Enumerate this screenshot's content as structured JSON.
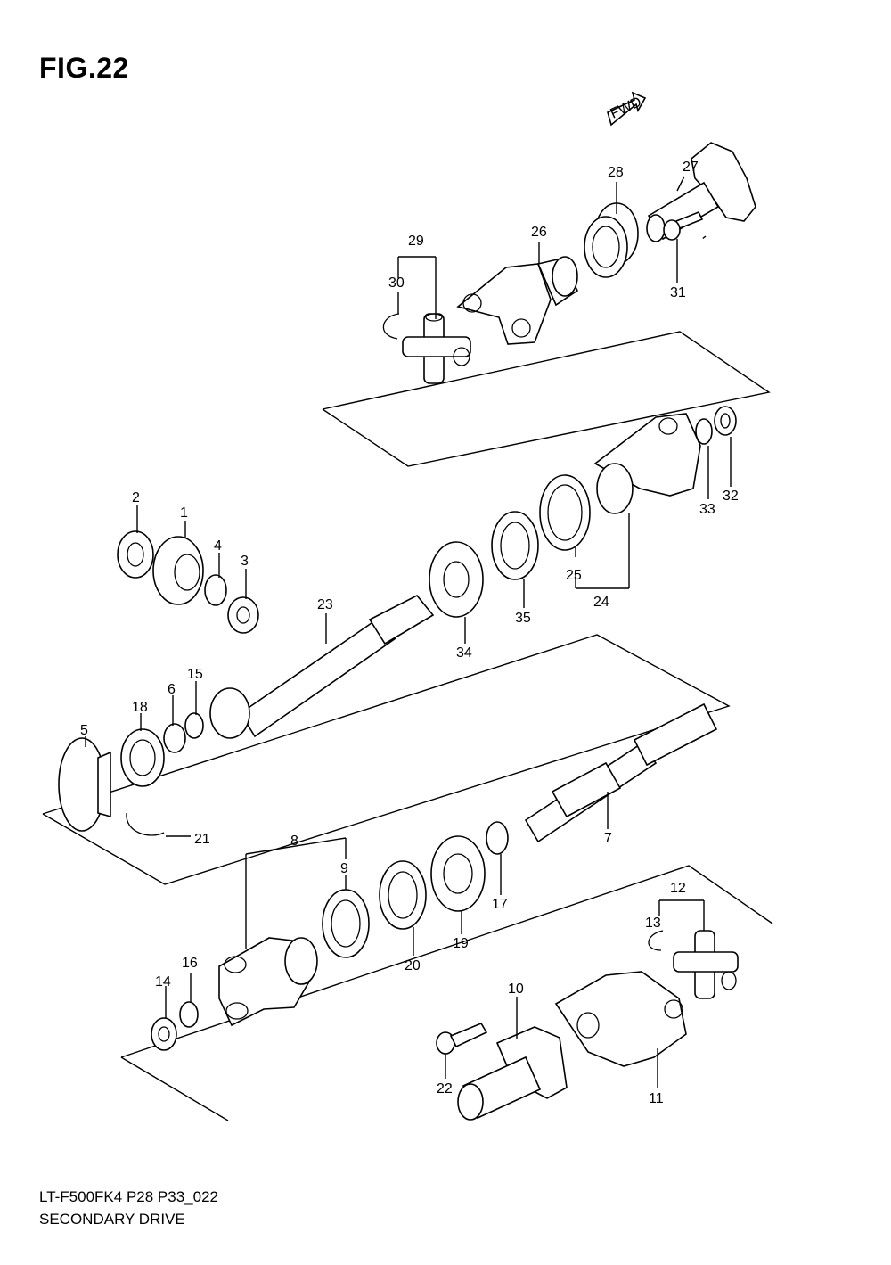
{
  "title": "FIG.22",
  "fwd_label": "FWD",
  "footer": {
    "code": "LT-F500FK4 P28 P33_022",
    "name": "SECONDARY DRIVE"
  },
  "callouts": [
    {
      "id": "c1",
      "text": "1"
    },
    {
      "id": "c2",
      "text": "2"
    },
    {
      "id": "c3",
      "text": "3"
    },
    {
      "id": "c4",
      "text": "4"
    },
    {
      "id": "c5",
      "text": "5"
    },
    {
      "id": "c6",
      "text": "6"
    },
    {
      "id": "c7",
      "text": "7"
    },
    {
      "id": "c8",
      "text": "8"
    },
    {
      "id": "c9",
      "text": "9"
    },
    {
      "id": "c10",
      "text": "10"
    },
    {
      "id": "c11",
      "text": "11"
    },
    {
      "id": "c12",
      "text": "12"
    },
    {
      "id": "c13",
      "text": "13"
    },
    {
      "id": "c14",
      "text": "14"
    },
    {
      "id": "c15",
      "text": "15"
    },
    {
      "id": "c16",
      "text": "16"
    },
    {
      "id": "c17",
      "text": "17"
    },
    {
      "id": "c18",
      "text": "18"
    },
    {
      "id": "c19",
      "text": "19"
    },
    {
      "id": "c20",
      "text": "20"
    },
    {
      "id": "c21",
      "text": "21"
    },
    {
      "id": "c22",
      "text": "22"
    },
    {
      "id": "c23",
      "text": "23"
    },
    {
      "id": "c24",
      "text": "24"
    },
    {
      "id": "c25",
      "text": "25"
    },
    {
      "id": "c26",
      "text": "26"
    },
    {
      "id": "c27",
      "text": "27"
    },
    {
      "id": "c28",
      "text": "28"
    },
    {
      "id": "c29",
      "text": "29"
    },
    {
      "id": "c30",
      "text": "30"
    },
    {
      "id": "c31",
      "text": "31"
    },
    {
      "id": "c32",
      "text": "32"
    },
    {
      "id": "c33",
      "text": "33"
    },
    {
      "id": "c34",
      "text": "34"
    },
    {
      "id": "c35",
      "text": "35"
    }
  ]
}
